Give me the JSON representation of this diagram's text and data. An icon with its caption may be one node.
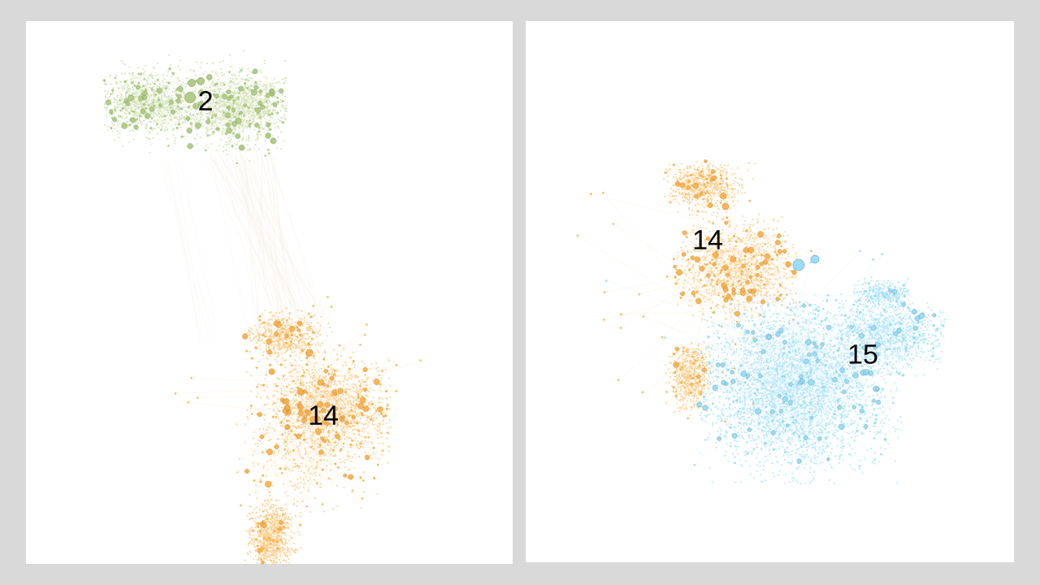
{
  "diagram": {
    "labels": [
      "2",
      "14",
      "14",
      "15"
    ]
  }
}
